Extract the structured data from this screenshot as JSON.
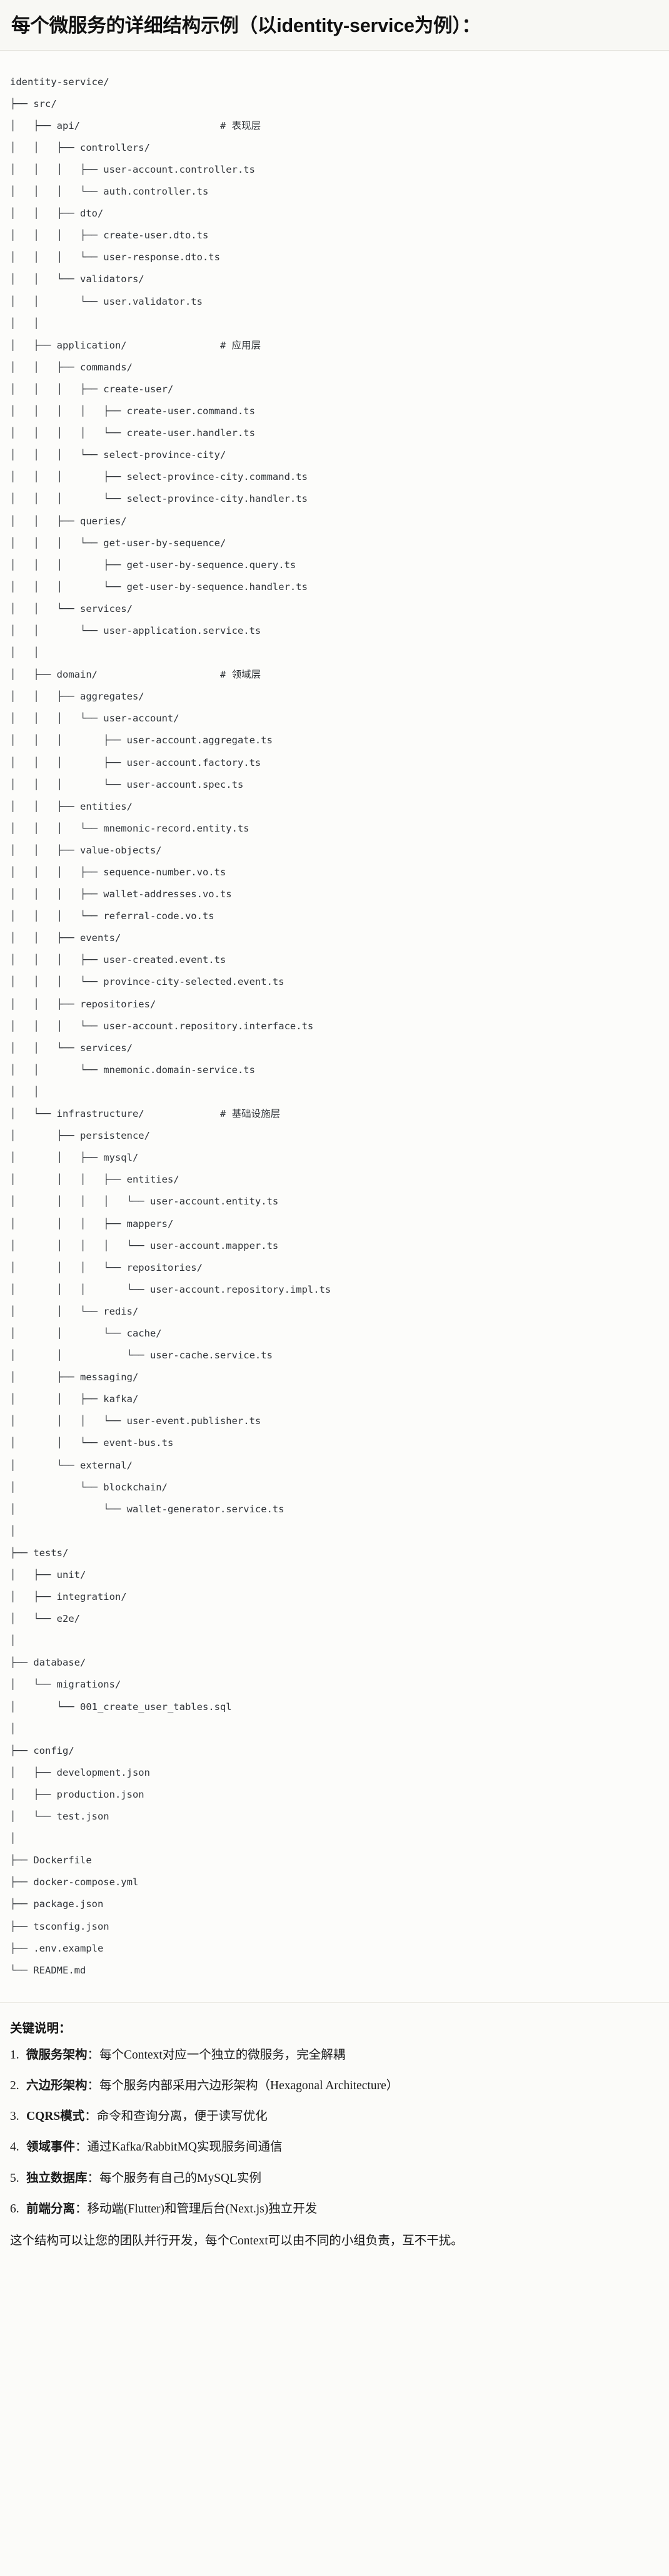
{
  "header": {
    "title": "每个微服务的详细结构示例（以identity-service为例）："
  },
  "tree": {
    "root": "identity-service/",
    "lines": [
      {
        "text": "identity-service/",
        "comment": ""
      },
      {
        "text": "├── src/",
        "comment": ""
      },
      {
        "text": "│   ├── api/",
        "comment": "# 表现层"
      },
      {
        "text": "│   │   ├── controllers/",
        "comment": ""
      },
      {
        "text": "│   │   │   ├── user-account.controller.ts",
        "comment": ""
      },
      {
        "text": "│   │   │   └── auth.controller.ts",
        "comment": ""
      },
      {
        "text": "│   │   ├── dto/",
        "comment": ""
      },
      {
        "text": "│   │   │   ├── create-user.dto.ts",
        "comment": ""
      },
      {
        "text": "│   │   │   └── user-response.dto.ts",
        "comment": ""
      },
      {
        "text": "│   │   └── validators/",
        "comment": ""
      },
      {
        "text": "│   │       └── user.validator.ts",
        "comment": ""
      },
      {
        "text": "│   │",
        "comment": ""
      },
      {
        "text": "│   ├── application/",
        "comment": "# 应用层"
      },
      {
        "text": "│   │   ├── commands/",
        "comment": ""
      },
      {
        "text": "│   │   │   ├── create-user/",
        "comment": ""
      },
      {
        "text": "│   │   │   │   ├── create-user.command.ts",
        "comment": ""
      },
      {
        "text": "│   │   │   │   └── create-user.handler.ts",
        "comment": ""
      },
      {
        "text": "│   │   │   └── select-province-city/",
        "comment": ""
      },
      {
        "text": "│   │   │       ├── select-province-city.command.ts",
        "comment": ""
      },
      {
        "text": "│   │   │       └── select-province-city.handler.ts",
        "comment": ""
      },
      {
        "text": "│   │   ├── queries/",
        "comment": ""
      },
      {
        "text": "│   │   │   └── get-user-by-sequence/",
        "comment": ""
      },
      {
        "text": "│   │   │       ├── get-user-by-sequence.query.ts",
        "comment": ""
      },
      {
        "text": "│   │   │       └── get-user-by-sequence.handler.ts",
        "comment": ""
      },
      {
        "text": "│   │   └── services/",
        "comment": ""
      },
      {
        "text": "│   │       └── user-application.service.ts",
        "comment": ""
      },
      {
        "text": "│   │",
        "comment": ""
      },
      {
        "text": "│   ├── domain/",
        "comment": "# 领域层"
      },
      {
        "text": "│   │   ├── aggregates/",
        "comment": ""
      },
      {
        "text": "│   │   │   └── user-account/",
        "comment": ""
      },
      {
        "text": "│   │   │       ├── user-account.aggregate.ts",
        "comment": ""
      },
      {
        "text": "│   │   │       ├── user-account.factory.ts",
        "comment": ""
      },
      {
        "text": "│   │   │       └── user-account.spec.ts",
        "comment": ""
      },
      {
        "text": "│   │   ├── entities/",
        "comment": ""
      },
      {
        "text": "│   │   │   └── mnemonic-record.entity.ts",
        "comment": ""
      },
      {
        "text": "│   │   ├── value-objects/",
        "comment": ""
      },
      {
        "text": "│   │   │   ├── sequence-number.vo.ts",
        "comment": ""
      },
      {
        "text": "│   │   │   ├── wallet-addresses.vo.ts",
        "comment": ""
      },
      {
        "text": "│   │   │   └── referral-code.vo.ts",
        "comment": ""
      },
      {
        "text": "│   │   ├── events/",
        "comment": ""
      },
      {
        "text": "│   │   │   ├── user-created.event.ts",
        "comment": ""
      },
      {
        "text": "│   │   │   └── province-city-selected.event.ts",
        "comment": ""
      },
      {
        "text": "│   │   ├── repositories/",
        "comment": ""
      },
      {
        "text": "│   │   │   └── user-account.repository.interface.ts",
        "comment": ""
      },
      {
        "text": "│   │   └── services/",
        "comment": ""
      },
      {
        "text": "│   │       └── mnemonic.domain-service.ts",
        "comment": ""
      },
      {
        "text": "│   │",
        "comment": ""
      },
      {
        "text": "│   └── infrastructure/",
        "comment": "# 基础设施层"
      },
      {
        "text": "│       ├── persistence/",
        "comment": ""
      },
      {
        "text": "│       │   ├── mysql/",
        "comment": ""
      },
      {
        "text": "│       │   │   ├── entities/",
        "comment": ""
      },
      {
        "text": "│       │   │   │   └── user-account.entity.ts",
        "comment": ""
      },
      {
        "text": "│       │   │   ├── mappers/",
        "comment": ""
      },
      {
        "text": "│       │   │   │   └── user-account.mapper.ts",
        "comment": ""
      },
      {
        "text": "│       │   │   └── repositories/",
        "comment": ""
      },
      {
        "text": "│       │   │       └── user-account.repository.impl.ts",
        "comment": ""
      },
      {
        "text": "│       │   └── redis/",
        "comment": ""
      },
      {
        "text": "│       │       └── cache/",
        "comment": ""
      },
      {
        "text": "│       │           └── user-cache.service.ts",
        "comment": ""
      },
      {
        "text": "│       ├── messaging/",
        "comment": ""
      },
      {
        "text": "│       │   ├── kafka/",
        "comment": ""
      },
      {
        "text": "│       │   │   └── user-event.publisher.ts",
        "comment": ""
      },
      {
        "text": "│       │   └── event-bus.ts",
        "comment": ""
      },
      {
        "text": "│       └── external/",
        "comment": ""
      },
      {
        "text": "│           └── blockchain/",
        "comment": ""
      },
      {
        "text": "│               └── wallet-generator.service.ts",
        "comment": ""
      },
      {
        "text": "│",
        "comment": ""
      },
      {
        "text": "├── tests/",
        "comment": ""
      },
      {
        "text": "│   ├── unit/",
        "comment": ""
      },
      {
        "text": "│   ├── integration/",
        "comment": ""
      },
      {
        "text": "│   └── e2e/",
        "comment": ""
      },
      {
        "text": "│",
        "comment": ""
      },
      {
        "text": "├── database/",
        "comment": ""
      },
      {
        "text": "│   └── migrations/",
        "comment": ""
      },
      {
        "text": "│       └── 001_create_user_tables.sql",
        "comment": ""
      },
      {
        "text": "│",
        "comment": ""
      },
      {
        "text": "├── config/",
        "comment": ""
      },
      {
        "text": "│   ├── development.json",
        "comment": ""
      },
      {
        "text": "│   ├── production.json",
        "comment": ""
      },
      {
        "text": "│   └── test.json",
        "comment": ""
      },
      {
        "text": "│",
        "comment": ""
      },
      {
        "text": "├── Dockerfile",
        "comment": ""
      },
      {
        "text": "├── docker-compose.yml",
        "comment": ""
      },
      {
        "text": "├── package.json",
        "comment": ""
      },
      {
        "text": "├── tsconfig.json",
        "comment": ""
      },
      {
        "text": "├── .env.example",
        "comment": ""
      },
      {
        "text": "└── README.md",
        "comment": ""
      }
    ],
    "comment_column": 36
  },
  "notes": {
    "title": "关键说明：",
    "items": [
      {
        "term": "微服务架构",
        "body": "：每个Context对应一个独立的微服务，完全解耦"
      },
      {
        "term": "六边形架构",
        "body": "：每个服务内部采用六边形架构（Hexagonal Architecture）"
      },
      {
        "term": "CQRS模式",
        "body": "：命令和查询分离，便于读写优化"
      },
      {
        "term": "领域事件",
        "body": "：通过Kafka/RabbitMQ实现服务间通信"
      },
      {
        "term": "独立数据库",
        "body": "：每个服务有自己的MySQL实例"
      },
      {
        "term": "前端分离",
        "body": "：移动端(Flutter)和管理后台(Next.js)独立开发"
      }
    ],
    "closing": "这个结构可以让您的团队并行开发，每个Context可以由不同的小组负责，互不干扰。"
  }
}
